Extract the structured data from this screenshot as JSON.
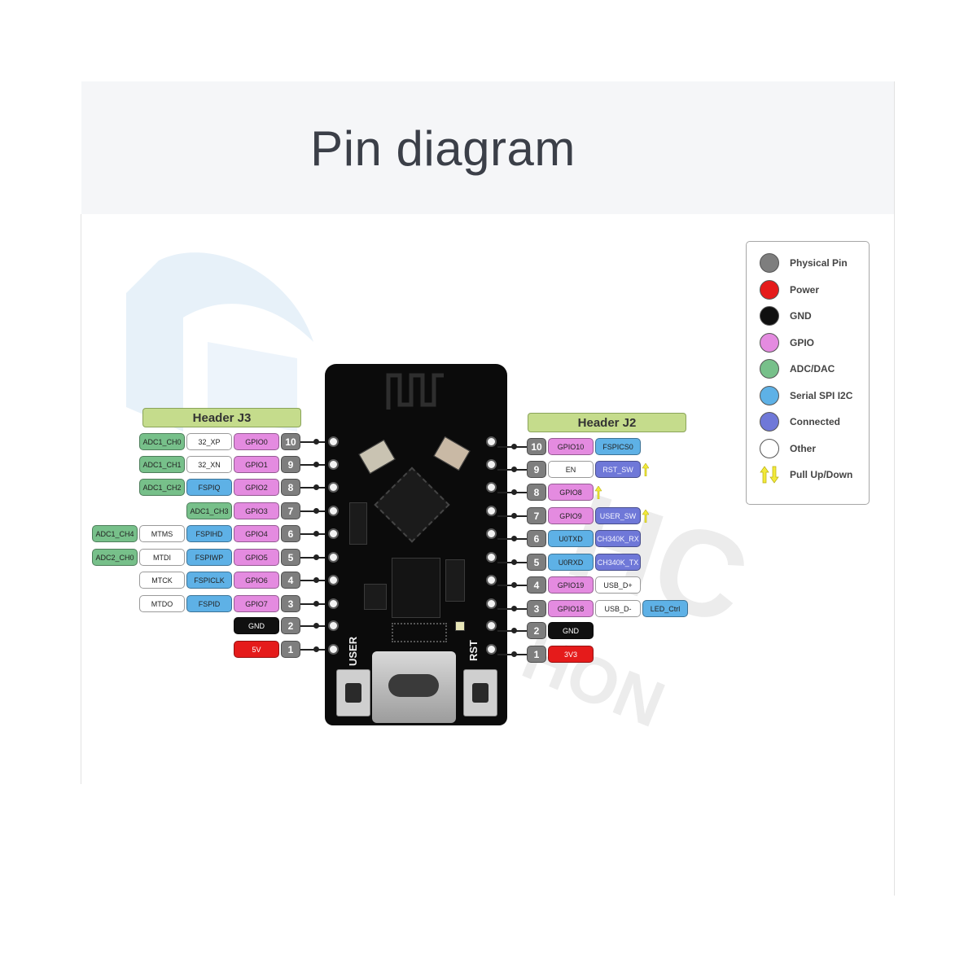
{
  "title": "Pin diagram",
  "watermark": {
    "text1": "HC",
    "text2": "HON"
  },
  "board": {
    "label_user": "USER",
    "label_rst": "RST"
  },
  "header_j3": {
    "title": "Header J3",
    "rows": [
      {
        "pin": "10",
        "labels": [
          {
            "text": "ADC1_CH0",
            "type": "adc"
          },
          {
            "text": "32_XP",
            "type": "other"
          },
          {
            "text": "GPIO0",
            "type": "gpio"
          }
        ]
      },
      {
        "pin": "9",
        "labels": [
          {
            "text": "ADC1_CH1",
            "type": "adc"
          },
          {
            "text": "32_XN",
            "type": "other"
          },
          {
            "text": "GPIO1",
            "type": "gpio"
          }
        ]
      },
      {
        "pin": "8",
        "labels": [
          {
            "text": "ADC1_CH2",
            "type": "adc"
          },
          {
            "text": "FSPIQ",
            "type": "spi"
          },
          {
            "text": "GPIO2",
            "type": "gpio"
          }
        ]
      },
      {
        "pin": "7",
        "labels": [
          {
            "text": "ADC1_CH3",
            "type": "adc"
          },
          {
            "text": "GPIO3",
            "type": "gpio"
          }
        ]
      },
      {
        "pin": "6",
        "labels": [
          {
            "text": "ADC1_CH4",
            "type": "adc"
          },
          {
            "text": "MTMS",
            "type": "other"
          },
          {
            "text": "FSPIHD",
            "type": "spi"
          },
          {
            "text": "GPIO4",
            "type": "gpio"
          }
        ]
      },
      {
        "pin": "5",
        "labels": [
          {
            "text": "ADC2_CH0",
            "type": "adc"
          },
          {
            "text": "MTDI",
            "type": "other"
          },
          {
            "text": "FSPIWP",
            "type": "spi"
          },
          {
            "text": "GPIO5",
            "type": "gpio"
          }
        ]
      },
      {
        "pin": "4",
        "labels": [
          {
            "text": "MTCK",
            "type": "other"
          },
          {
            "text": "FSPICLK",
            "type": "spi"
          },
          {
            "text": "GPIO6",
            "type": "gpio"
          }
        ]
      },
      {
        "pin": "3",
        "labels": [
          {
            "text": "MTDO",
            "type": "other"
          },
          {
            "text": "FSPID",
            "type": "spi"
          },
          {
            "text": "GPIO7",
            "type": "gpio"
          }
        ]
      },
      {
        "pin": "2",
        "labels": [
          {
            "text": "GND",
            "type": "gnd"
          }
        ]
      },
      {
        "pin": "1",
        "labels": [
          {
            "text": "5V",
            "type": "pwr"
          }
        ]
      }
    ]
  },
  "header_j2": {
    "title": "Header J2",
    "rows": [
      {
        "pin": "10",
        "labels": [
          {
            "text": "GPIO10",
            "type": "gpio"
          },
          {
            "text": "FSPICS0",
            "type": "spi"
          }
        ]
      },
      {
        "pin": "9",
        "labels": [
          {
            "text": "EN",
            "type": "other"
          },
          {
            "text": "RST_SW",
            "type": "conn"
          }
        ],
        "pull": true
      },
      {
        "pin": "8",
        "labels": [
          {
            "text": "GPIO8",
            "type": "gpio"
          }
        ],
        "pull": true
      },
      {
        "pin": "7",
        "labels": [
          {
            "text": "GPIO9",
            "type": "gpio"
          },
          {
            "text": "USER_SW",
            "type": "conn"
          }
        ],
        "pull": true
      },
      {
        "pin": "6",
        "labels": [
          {
            "text": "U0TXD",
            "type": "spi"
          },
          {
            "text": "CH340K_RX",
            "type": "conn"
          }
        ]
      },
      {
        "pin": "5",
        "labels": [
          {
            "text": "U0RXD",
            "type": "spi"
          },
          {
            "text": "CH340K_TX",
            "type": "conn"
          }
        ]
      },
      {
        "pin": "4",
        "labels": [
          {
            "text": "GPIO19",
            "type": "gpio"
          },
          {
            "text": "USB_D+",
            "type": "other"
          }
        ]
      },
      {
        "pin": "3",
        "labels": [
          {
            "text": "GPIO18",
            "type": "gpio"
          },
          {
            "text": "USB_D-",
            "type": "other"
          },
          {
            "text": "LED_Ctrl",
            "type": "spi"
          }
        ]
      },
      {
        "pin": "2",
        "labels": [
          {
            "text": "GND",
            "type": "gnd"
          }
        ]
      },
      {
        "pin": "1",
        "labels": [
          {
            "text": "3V3",
            "type": "pwr"
          }
        ]
      }
    ]
  },
  "legend": {
    "items": [
      {
        "label": "Physical Pin",
        "color": "#7e7e7e"
      },
      {
        "label": "Power",
        "color": "#e51b1b"
      },
      {
        "label": "GND",
        "color": "#101010"
      },
      {
        "label": "GPIO",
        "color": "#e48be0"
      },
      {
        "label": "ADC/DAC",
        "color": "#77c08a"
      },
      {
        "label": "Serial SPI I2C",
        "color": "#5eb1e6"
      },
      {
        "label": "Connected",
        "color": "#6f78d8"
      },
      {
        "label": "Other",
        "color": "#ffffff"
      },
      {
        "label": "Pull Up/Down",
        "color": "#f2ea3a",
        "arrow": true
      }
    ]
  }
}
